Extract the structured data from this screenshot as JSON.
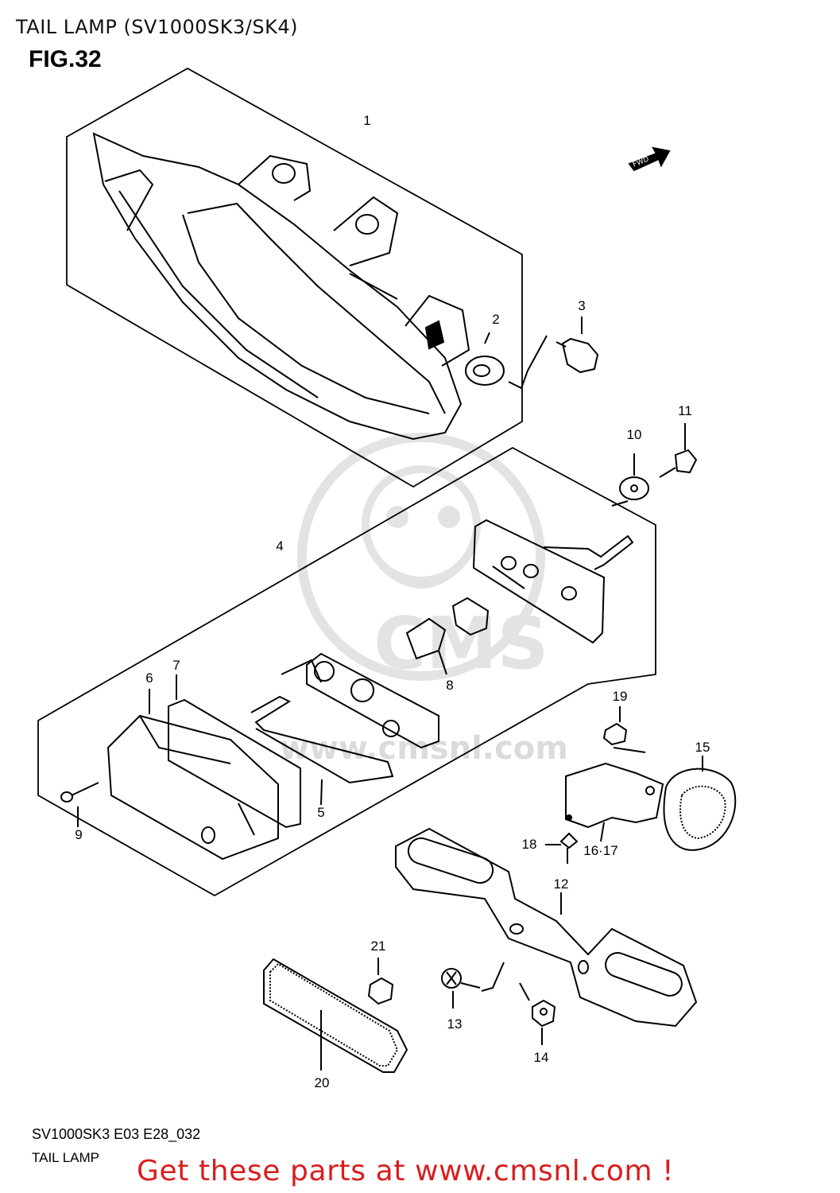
{
  "header": {
    "title": "TAIL LAMP (SV1000SK3/SK4)",
    "figure": "FIG.32"
  },
  "fwd_label": "FWD",
  "callouts": [
    "1",
    "2",
    "3",
    "4",
    "5",
    "6",
    "7",
    "8",
    "9",
    "10",
    "11",
    "12",
    "13",
    "14",
    "15",
    "16·17",
    "18",
    "19",
    "20",
    "21"
  ],
  "footer": {
    "model_code": "SV1000SK3 E03 E28_032",
    "section": "TAIL LAMP",
    "promo": "Get these parts at www.cmsnl.com !"
  },
  "watermark": {
    "brand": "CMS",
    "url": "www.cmsnl.com"
  },
  "colors": {
    "line": "#000000",
    "promo": "#d81e1e",
    "watermark": "#9a9a9a"
  }
}
